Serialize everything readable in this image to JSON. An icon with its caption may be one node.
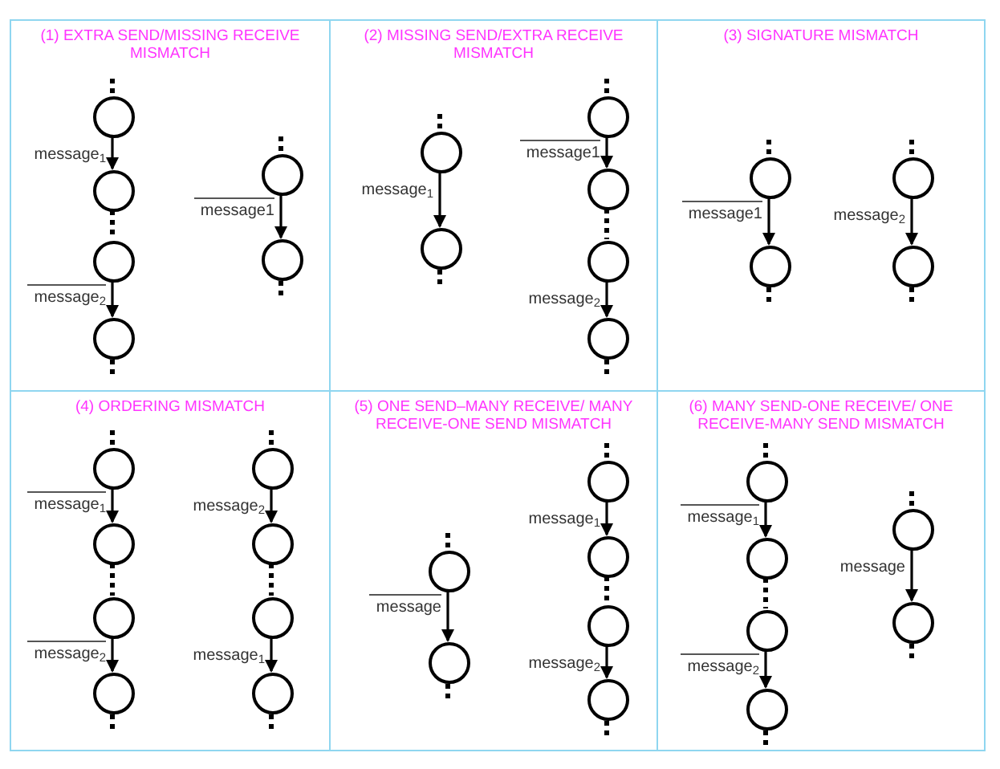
{
  "diagram": {
    "nodes": [
      {
        "text": [
          "(1) EXTRA SEND/MISSING RECEIVE MISMATCH"
        ]
      },
      {
        "text": [],
        "shape": "circle",
        "in": 0
      },
      {
        "text": [],
        "shape": "circle",
        "in": 0
      },
      {
        "text": [],
        "shape": "circle",
        "in": 0
      },
      {
        "text": [],
        "shape": "circle",
        "in": 0
      },
      {
        "text": [],
        "shape": "circle",
        "in": 0
      },
      {
        "text": [],
        "shape": "circle",
        "in": 0
      },
      {
        "text": [
          "(2) MISSING SEND/EXTRA RECEIVE MISMATCH"
        ]
      },
      {
        "text": [],
        "shape": "circle",
        "in": 7
      },
      {
        "text": [],
        "shape": "circle",
        "in": 7
      },
      {
        "text": [],
        "shape": "circle",
        "in": 7
      },
      {
        "text": [],
        "shape": "circle",
        "in": 7
      },
      {
        "text": [],
        "shape": "circle",
        "in": 7
      },
      {
        "text": [],
        "shape": "circle",
        "in": 7
      },
      {
        "text": [
          "(3) SIGNATURE MISMATCH"
        ]
      },
      {
        "text": [],
        "shape": "circle",
        "in": 14
      },
      {
        "text": [],
        "shape": "circle",
        "in": 14
      },
      {
        "text": [],
        "shape": "circle",
        "in": 14
      },
      {
        "text": [],
        "shape": "circle",
        "in": 14
      },
      {
        "text": [
          "(4) ORDERING MISMATCH"
        ]
      },
      {
        "text": [],
        "shape": "circle",
        "in": 19
      },
      {
        "text": [],
        "shape": "circle",
        "in": 19
      },
      {
        "text": [],
        "shape": "circle",
        "in": 19
      },
      {
        "text": [],
        "shape": "circle",
        "in": 19
      },
      {
        "text": [],
        "shape": "circle",
        "in": 19
      },
      {
        "text": [],
        "shape": "circle",
        "in": 19
      },
      {
        "text": [],
        "shape": "circle",
        "in": 19
      },
      {
        "text": [],
        "shape": "circle",
        "in": 19
      },
      {
        "text": [
          "(5) ONE SEND–MANY RECEIVE/ MANY RECEIVE-ONE SEND MISMATCH"
        ]
      },
      {
        "text": [],
        "shape": "circle",
        "in": 28
      },
      {
        "text": [],
        "shape": "circle",
        "in": 28
      },
      {
        "text": [],
        "shape": "circle",
        "in": 28
      },
      {
        "text": [],
        "shape": "circle",
        "in": 28
      },
      {
        "text": [],
        "shape": "circle",
        "in": 28
      },
      {
        "text": [],
        "shape": "circle",
        "in": 28
      },
      {
        "text": [
          "(6) MANY SEND-ONE RECEIVE/ ONE RECEIVE-MANY SEND MISMATCH"
        ]
      },
      {
        "text": [],
        "shape": "circle",
        "in": 35
      },
      {
        "text": [],
        "shape": "circle",
        "in": 35
      },
      {
        "text": [],
        "shape": "circle",
        "in": 35
      },
      {
        "text": [],
        "shape": "circle",
        "in": 35
      },
      {
        "text": [],
        "shape": "circle",
        "in": 35
      },
      {
        "text": [],
        "shape": "circle",
        "in": 35
      }
    ],
    "edges": [
      {
        "from": null,
        "to": 1,
        "arrow": "none",
        "style": "dashed"
      },
      {
        "from": 1,
        "to": 2,
        "arrow": "to",
        "label": "message$_{1}$"
      },
      {
        "from": 2,
        "to": 3,
        "arrow": "none",
        "style": "dashed"
      },
      {
        "from": 3,
        "to": 4,
        "arrow": "to",
        "label": "message$_{2}$"
      },
      {
        "from": 4,
        "to": null,
        "arrow": "none",
        "style": "dashed"
      },
      {
        "from": null,
        "to": 5,
        "arrow": "none",
        "style": "dashed"
      },
      {
        "from": 5,
        "to": 6,
        "arrow": "to",
        "label": "message1"
      },
      {
        "from": 6,
        "to": null,
        "arrow": "none",
        "style": "dashed"
      },
      {
        "from": null,
        "to": 8,
        "arrow": "none",
        "style": "dashed"
      },
      {
        "from": 8,
        "to": 9,
        "arrow": "to",
        "label": "message$_{1}$"
      },
      {
        "from": 9,
        "to": null,
        "arrow": "none",
        "style": "dashed"
      },
      {
        "from": null,
        "to": 10,
        "arrow": "none",
        "style": "dashed"
      },
      {
        "from": 10,
        "to": 11,
        "arrow": "to",
        "label": "message1"
      },
      {
        "from": 11,
        "to": 12,
        "arrow": "none",
        "style": "dashed"
      },
      {
        "from": 12,
        "to": 13,
        "arrow": "to",
        "label": "message$_{2}$"
      },
      {
        "from": 13,
        "to": null,
        "arrow": "none",
        "style": "dashed"
      },
      {
        "from": null,
        "to": 15,
        "arrow": "none",
        "style": "dashed"
      },
      {
        "from": 15,
        "to": 16,
        "arrow": "to",
        "label": "message1"
      },
      {
        "from": 16,
        "to": null,
        "arrow": "none",
        "style": "dashed"
      },
      {
        "from": null,
        "to": 17,
        "arrow": "none",
        "style": "dashed"
      },
      {
        "from": 17,
        "to": 18,
        "arrow": "to",
        "label": "message$_{2}$"
      },
      {
        "from": 18,
        "to": null,
        "arrow": "none",
        "style": "dashed"
      },
      {
        "from": null,
        "to": 20,
        "arrow": "none",
        "style": "dashed"
      },
      {
        "from": 20,
        "to": 21,
        "arrow": "to",
        "label": "message$_{1}$"
      },
      {
        "from": 21,
        "to": 22,
        "arrow": "none",
        "style": "dashed"
      },
      {
        "from": 22,
        "to": 23,
        "arrow": "to",
        "label": "message$_{2}$"
      },
      {
        "from": 23,
        "to": null,
        "arrow": "none",
        "style": "dashed"
      },
      {
        "from": null,
        "to": 24,
        "arrow": "none",
        "style": "dashed"
      },
      {
        "from": 24,
        "to": 25,
        "arrow": "to",
        "label": "message$_{2}$"
      },
      {
        "from": 25,
        "to": 26,
        "arrow": "none",
        "style": "dashed"
      },
      {
        "from": 26,
        "to": 27,
        "arrow": "to",
        "label": "message$_{1}$"
      },
      {
        "from": 27,
        "to": null,
        "arrow": "none",
        "style": "dashed"
      },
      {
        "from": null,
        "to": 29,
        "arrow": "none",
        "style": "dashed"
      },
      {
        "from": 29,
        "to": 30,
        "arrow": "to",
        "label": "message"
      },
      {
        "from": 30,
        "to": null,
        "arrow": "none",
        "style": "dashed"
      },
      {
        "from": null,
        "to": 31,
        "arrow": "none",
        "style": "dashed"
      },
      {
        "from": 31,
        "to": 32,
        "arrow": "to",
        "label": "message$_{1}$"
      },
      {
        "from": 32,
        "to": 33,
        "arrow": "none",
        "style": "dashed"
      },
      {
        "from": 33,
        "to": 34,
        "arrow": "to",
        "label": "message$_{2}$"
      },
      {
        "from": 34,
        "to": null,
        "arrow": "none",
        "style": "dashed"
      },
      {
        "from": null,
        "to": 36,
        "arrow": "none",
        "style": "dashed"
      },
      {
        "from": 36,
        "to": 37,
        "arrow": "to",
        "label": "message$_{1}$"
      },
      {
        "from": 37,
        "to": 38,
        "arrow": "none",
        "style": "dashed"
      },
      {
        "from": 38,
        "to": 39,
        "arrow": "to",
        "label": "message$_{2}$"
      },
      {
        "from": 39,
        "to": null,
        "arrow": "none",
        "style": "dashed"
      },
      {
        "from": null,
        "to": 40,
        "arrow": "none",
        "style": "dashed"
      },
      {
        "from": 40,
        "to": 41,
        "arrow": "to",
        "label": "message"
      },
      {
        "from": 41,
        "to": null,
        "arrow": "none",
        "style": "dashed"
      }
    ]
  }
}
